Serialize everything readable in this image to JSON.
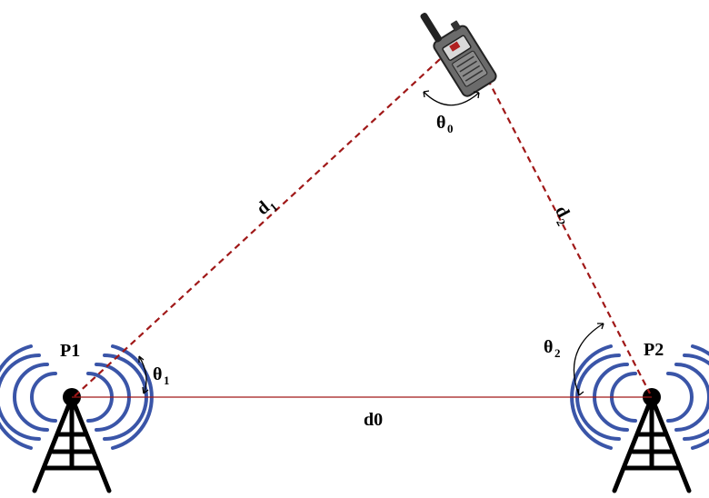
{
  "stations": {
    "p1": {
      "label": "P1"
    },
    "p2": {
      "label": "P2"
    }
  },
  "distances": {
    "d0": "d0",
    "d1": {
      "main": "d",
      "sub": "1"
    },
    "d2": {
      "main": "d",
      "sub": "2"
    }
  },
  "angles": {
    "theta0": {
      "main": "θ",
      "sub": "0"
    },
    "theta1": {
      "main": "θ",
      "sub": "1"
    },
    "theta2": {
      "main": "θ",
      "sub": "2"
    }
  },
  "colors": {
    "signal_waves": "#3a55a8",
    "baseline": "#a01818",
    "dashed_lines": "#a01818",
    "tower": "#000000",
    "radio": "#555555"
  },
  "icons": {
    "tower_left": "radio-tower-icon",
    "tower_right": "radio-tower-icon",
    "handheld": "walkie-talkie-icon"
  }
}
